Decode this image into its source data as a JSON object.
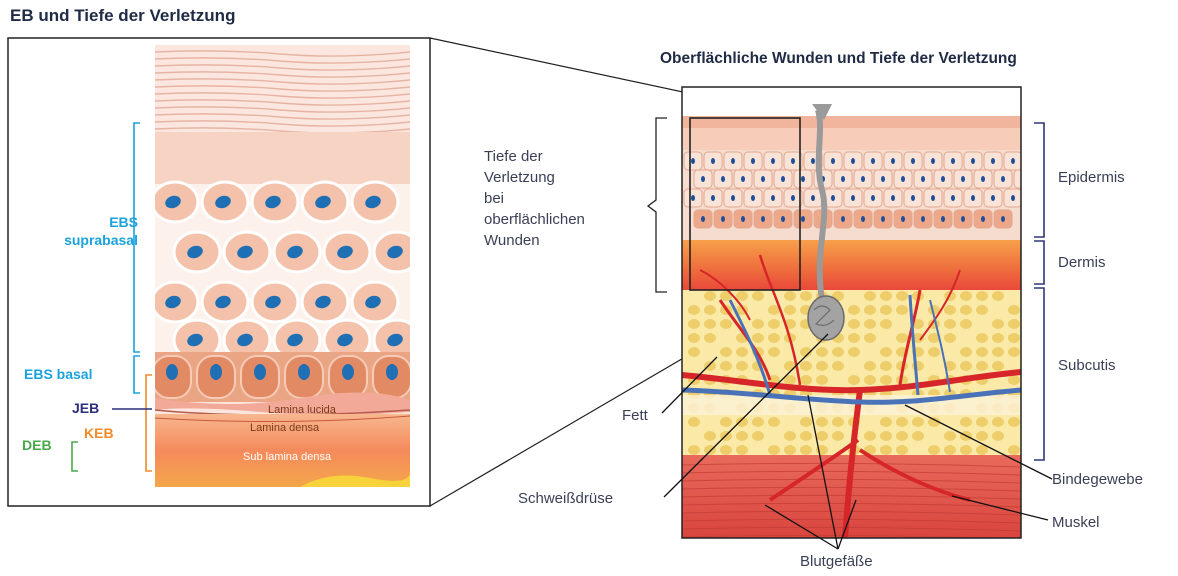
{
  "title": "EB und Tiefe der Verletzung",
  "right_title": "Oberflächliche Wunden und Tiefe der Verletzung",
  "left_labels": {
    "ebs_suprabasal_1": "EBS",
    "ebs_suprabasal_2": "suprabasal",
    "ebs_basal": "EBS basal",
    "jeb": "JEB",
    "keb": "KEB",
    "deb": "DEB"
  },
  "inlay_labels": {
    "lamina_lucida": "Lamina lucida",
    "lamina_densa": "Lamina densa",
    "sub_lamina_densa": "Sub lamina densa"
  },
  "depth_label": [
    "Tiefe der",
    "Verletzung",
    "bei",
    "oberflächlichen",
    "Wunden"
  ],
  "right_labels": {
    "epidermis": "Epidermis",
    "dermis": "Dermis",
    "subcutis": "Subcutis",
    "fett": "Fett",
    "schweissdruese": "Schweißdrüse",
    "bindegewebe": "Bindegewebe",
    "muskel": "Muskel",
    "blutgefaesse": "Blutgefäße"
  },
  "colors": {
    "ebs": "#1ba2dc",
    "jeb": "#2b2f7c",
    "keb": "#f08a2a",
    "deb": "#4aa84a",
    "bracket_right": "#2b3a7a",
    "text": "#3a3f55"
  }
}
